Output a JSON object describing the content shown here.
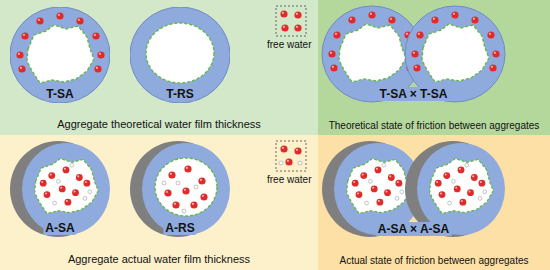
{
  "diagram": {
    "nodes": [
      {
        "text": [
          "Aggregate theoretical water film thickness"
        ]
      },
      {
        "text": [
          "T-SA"
        ],
        "in": 0
      },
      {
        "text": [
          "T-RS"
        ],
        "in": 0
      },
      {
        "text": [
          "Theoretical state of friction between aggregates"
        ]
      },
      {
        "text": [
          "Aggregate actual water film thickness"
        ]
      },
      {
        "text": [
          "A-SA"
        ],
        "in": 4
      },
      {
        "text": [
          "A-RS"
        ],
        "in": 4
      },
      {
        "text": [
          "Actual state of friction between aggregates"
        ]
      }
    ],
    "labels": [
      "free water",
      "T-SA × T-SA",
      "free water",
      "A-SA × A-SA"
    ]
  }
}
